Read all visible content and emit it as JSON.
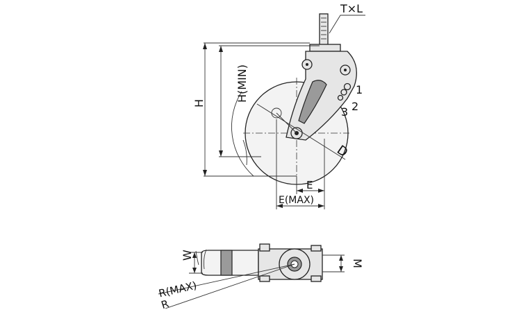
{
  "labels": {
    "txl": "T×L",
    "h": "H",
    "h_min": "H(MIN)",
    "d": "D",
    "e": "E",
    "e_max": "E(MAX)",
    "w": "W",
    "m": "M",
    "r_max": "R(MAX)",
    "r": "R",
    "pos1": "1",
    "pos2": "2",
    "pos3": "3"
  }
}
